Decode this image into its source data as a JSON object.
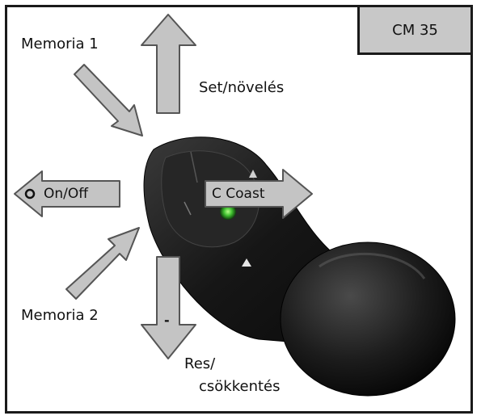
{
  "model_badge": "CM 35",
  "labels": {
    "memoria_1": "Memoria 1",
    "memoria_2": "Memoria 2",
    "set": "Set/növelés",
    "res_line1": "Res/",
    "res_line2": "csökkentés",
    "on_off": "On/Off",
    "coast": "C Coast",
    "minus": "-"
  },
  "colors": {
    "arrow_fill": "#c4c4c4",
    "arrow_stroke": "#555555",
    "lever_body": "#1a1a1a",
    "led": "#3fbf2f"
  }
}
